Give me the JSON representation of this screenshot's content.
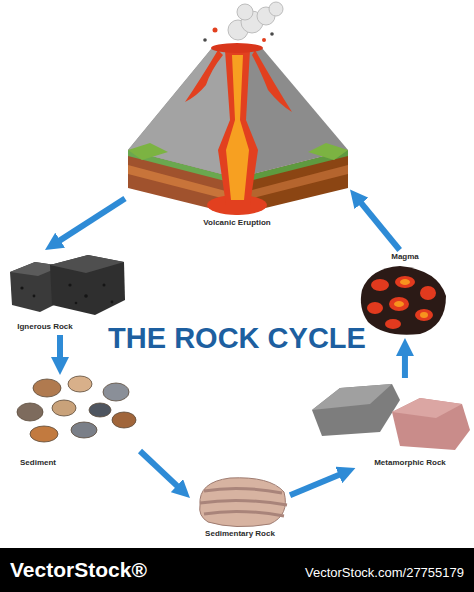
{
  "diagram": {
    "title": "THE ROCK CYCLE",
    "nodes": [
      {
        "text": [
          "Volcanic Eruption"
        ]
      },
      {
        "text": [
          "Ignerous Rock"
        ]
      },
      {
        "text": [
          "Sediment"
        ]
      },
      {
        "text": [
          "Sedimentary Rock"
        ]
      },
      {
        "text": [
          "Metamorphic Rock"
        ]
      },
      {
        "text": [
          "Magma"
        ]
      }
    ],
    "edges": [
      {
        "from": 0,
        "to": 1,
        "arrow": "to"
      },
      {
        "from": 1,
        "to": 2,
        "arrow": "to"
      },
      {
        "from": 2,
        "to": 3,
        "arrow": "to"
      },
      {
        "from": 3,
        "to": 4,
        "arrow": "to"
      },
      {
        "from": 4,
        "to": 5,
        "arrow": "to"
      },
      {
        "from": 5,
        "to": 0,
        "arrow": "to"
      }
    ],
    "labels": [
      "VectorStock®",
      "VectorStock.com/27755179"
    ]
  }
}
